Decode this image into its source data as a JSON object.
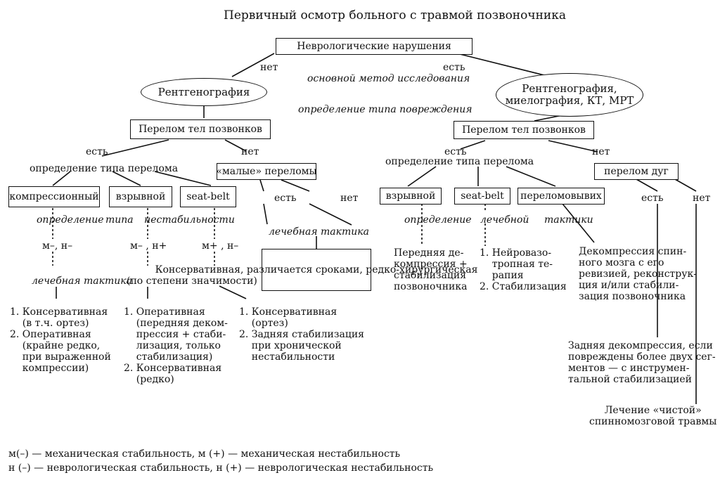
{
  "title": "Первичный осмотр больного с травмой позвоночника",
  "nodes": {
    "neuro": "Неврологические нарушения",
    "xray": "Рентгенография",
    "xray_full": "Рентгенография,\nмиелография, КТ, МРТ",
    "fracture_left": "Перелом тел позвонков",
    "fracture_right": "Перелом тел позвонков",
    "minor": "«малые» переломы",
    "arch": "перелом дуг",
    "compression": "компрессионный",
    "burst_left": "взрывной",
    "seatbelt_left": "seat-belt",
    "burst_right": "взрывной",
    "seatbelt_right": "seat-belt",
    "fracture_dislocation": "переломовывих",
    "conservative_box": "Консервативная,\nразличается сроками,\nредко-хирургическая"
  },
  "labels": {
    "no_1": "нет",
    "yes_1": "есть",
    "main_method": "основной метод исследования",
    "type_damage": "определение типа повреждения",
    "yes_left": "есть",
    "no_left": "нет",
    "type_fracture_left": "определение типа перелома",
    "yes_right": "есть",
    "no_right": "нет",
    "type_fracture_right": "определение типа перелома",
    "minor_yes": "есть",
    "minor_no": "нет",
    "arch_yes": "есть",
    "arch_no": "нет",
    "instability_1": "определение",
    "instability_2": "типа",
    "instability_3": "нестабильности",
    "mn_1": "м–, н–",
    "mn_2": "м– , н+",
    "mn_3": "м+ , н–",
    "tactics_1": "лечебная  тактика",
    "tactics_2": "(по степени значимости)",
    "minor_tactics": "лечебная тактика",
    "right_def_1": "определение",
    "right_def_2": "лечебной",
    "right_def_3": "тактики"
  },
  "treatments": {
    "compression": "1. Консервативная\n    (в т.ч. ортез)\n2. Оперативная\n    (крайне редко,\n    при выраженной\n    компрессии)",
    "burst_left": "1. Оперативная\n    (передняя деком-\n    прессия + стаби-\n    лизация, только\n    стабилизация)\n2. Консервативная\n    (редко)",
    "seatbelt_left": "1. Консервативная\n    (ортез)\n2. Задняя стабилизация\n    при хронической\n    нестабильности",
    "burst_right": "Передняя де-\nкомпрессия +\nстабилизация\nпозвоночника",
    "seatbelt_right": "1. Нейровазо-\n    тропная те-\n    рапия\n2. Стабилизация",
    "fracture_dislocation": "Декомпрессия спин-\nного мозга с его\nревизией, реконструк-\nция и/или стабили-\nзация позвоночника",
    "arch_yes": "Задняя декомпрессия, если\nповреждены более двух сег-\nментов — с инструмен-\nтальной стабилизацией",
    "arch_no": "Лечение «чистой»\nспинномозговой травмы"
  },
  "legend": [
    "м(–) — механическая стабильность,  м (+) — механическая нестабильность",
    "н (–)  — неврологическая стабильность, н (+) — неврологическая нестабильность"
  ]
}
